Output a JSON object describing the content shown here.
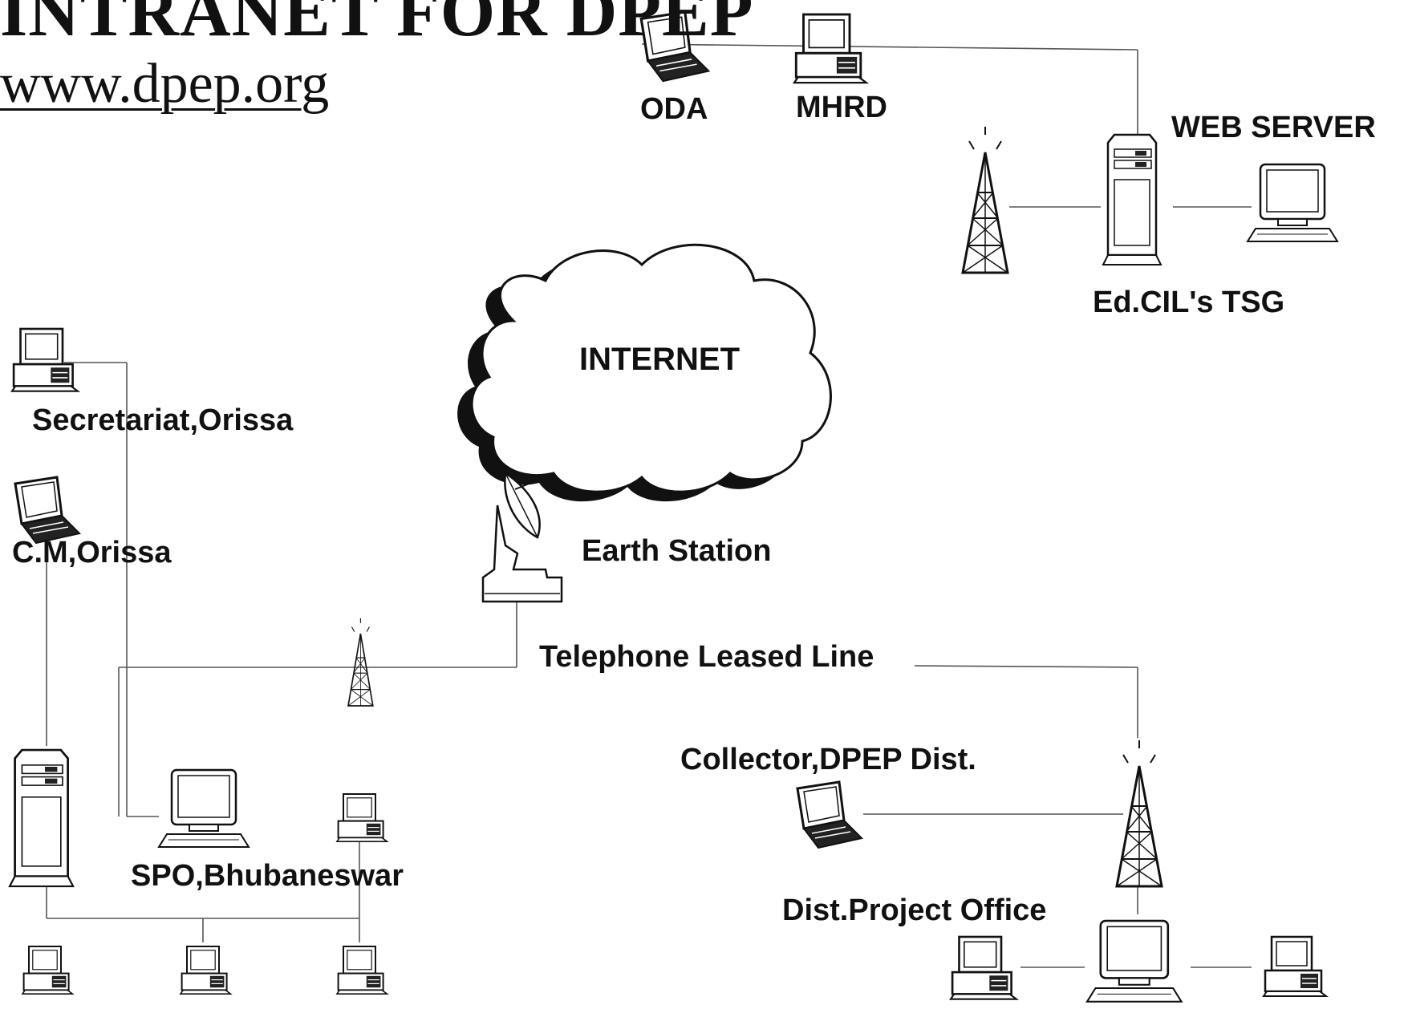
{
  "header": {
    "title": "INTRANET FOR DPEP",
    "url": "www.dpep.org"
  },
  "nodes": {
    "oda": "ODA",
    "mhrd": "MHRD",
    "web_server": "WEB SERVER",
    "edcil": "Ed.CIL's TSG",
    "internet": "INTERNET",
    "earth_station": "Earth Station",
    "secretariat": "Secretariat,Orissa",
    "cm": "C.M,Orissa",
    "leased_line": "Telephone Leased Line",
    "collector": "Collector,DPEP Dist.",
    "spo": "SPO,Bhubaneswar",
    "dpo": "Dist.Project Office"
  },
  "icons": [
    "laptop-icon",
    "desktop-icon",
    "tower-server-icon",
    "radio-tower-icon",
    "cloud-icon",
    "satellite-dish-icon",
    "monitor-icon"
  ],
  "colors": {
    "ink": "#111111",
    "line": "#555555",
    "paper": "#ffffff"
  }
}
